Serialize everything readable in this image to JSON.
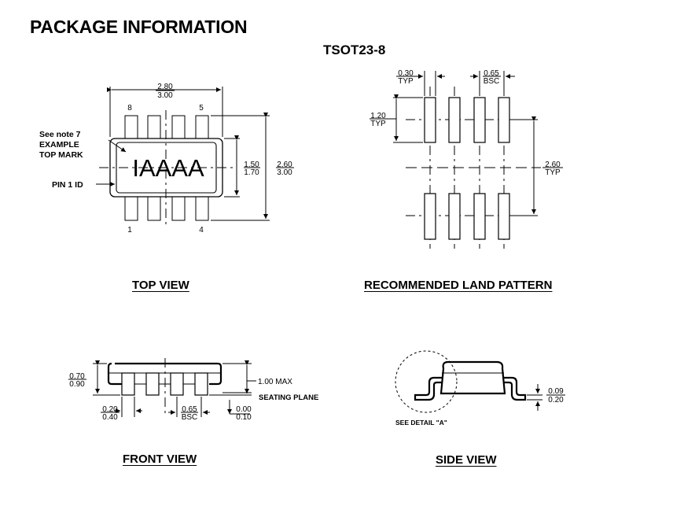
{
  "header": {
    "title": "PACKAGE INFORMATION",
    "package": "TSOT23-8"
  },
  "top_view": {
    "caption": "TOP VIEW",
    "width_min": "2.80",
    "width_max": "3.00",
    "body_min": "1.50",
    "body_max": "1.70",
    "overall_min": "2.60",
    "overall_max": "3.00",
    "pin_8": "8",
    "pin_5": "5",
    "pin_1": "1",
    "pin_4": "4",
    "note_line1": "See note 7",
    "note_line2": "EXAMPLE",
    "note_line3": "TOP MARK",
    "pin1_label": "PIN 1 ID",
    "top_mark": "IAAAA"
  },
  "land_pattern": {
    "caption": "RECOMMENDED LAND PATTERN",
    "pad_width": "0.30",
    "pad_width_note": "TYP",
    "pitch": "0.65",
    "pitch_note": "BSC",
    "pad_length": "1.20",
    "pad_length_note": "TYP",
    "span": "2.60",
    "span_note": "TYP"
  },
  "front_view": {
    "caption": "FRONT VIEW",
    "height_min": "0.70",
    "height_max": "0.90",
    "max_height": "1.00 MAX",
    "seating_plane": "SEATING PLANE",
    "lead_min": "0.20",
    "lead_max": "0.40",
    "pitch": "0.65",
    "pitch_note": "BSC",
    "standoff_min": "0.00",
    "standoff_max": "0.10"
  },
  "side_view": {
    "caption": "SIDE VIEW",
    "detail_note": "SEE DETAIL \"A\"",
    "thick_min": "0.09",
    "thick_max": "0.20"
  }
}
